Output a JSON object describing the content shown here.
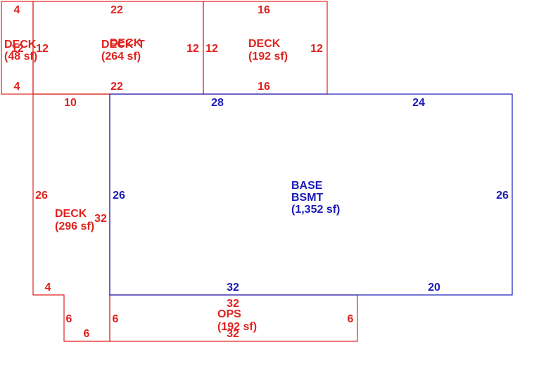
{
  "colors": {
    "deck": "#e0221e",
    "base": "#1a1ab8"
  },
  "areas": {
    "deck_small": {
      "name": "DECK",
      "area": "(48 sf)",
      "overlay": "12",
      "dims": {
        "top": "4",
        "bottom": "4",
        "right": "12"
      }
    },
    "deck_mid": {
      "name_a": "DECK",
      "name_b": "DECK",
      "overlay": "T",
      "area": "(264 sf)",
      "dims": {
        "top": "22",
        "bottom": "22",
        "right": "12"
      }
    },
    "deck_right": {
      "name": "DECK",
      "area": "(192 sf)",
      "dims": {
        "top": "16",
        "bottom": "16",
        "left": "12",
        "right": "12"
      }
    },
    "deck_left": {
      "name": "DECK",
      "area": "(296 sf)",
      "dims": {
        "top": "10",
        "left": "26",
        "right": "32",
        "bottom": "4",
        "step": "6",
        "foot": "6"
      }
    },
    "base": {
      "name_line1": "BASE",
      "name_line2": "BSMT",
      "area": "(1,352 sf)",
      "dims": {
        "top_left": "28",
        "top_right": "24",
        "left": "26",
        "right": "26",
        "bottom_left": "32",
        "bottom_right": "20"
      }
    },
    "ops": {
      "name": "OPS",
      "area": "(192 sf)",
      "dims": {
        "top": "32",
        "bottom": "32",
        "left": "6",
        "right": "6"
      }
    }
  }
}
